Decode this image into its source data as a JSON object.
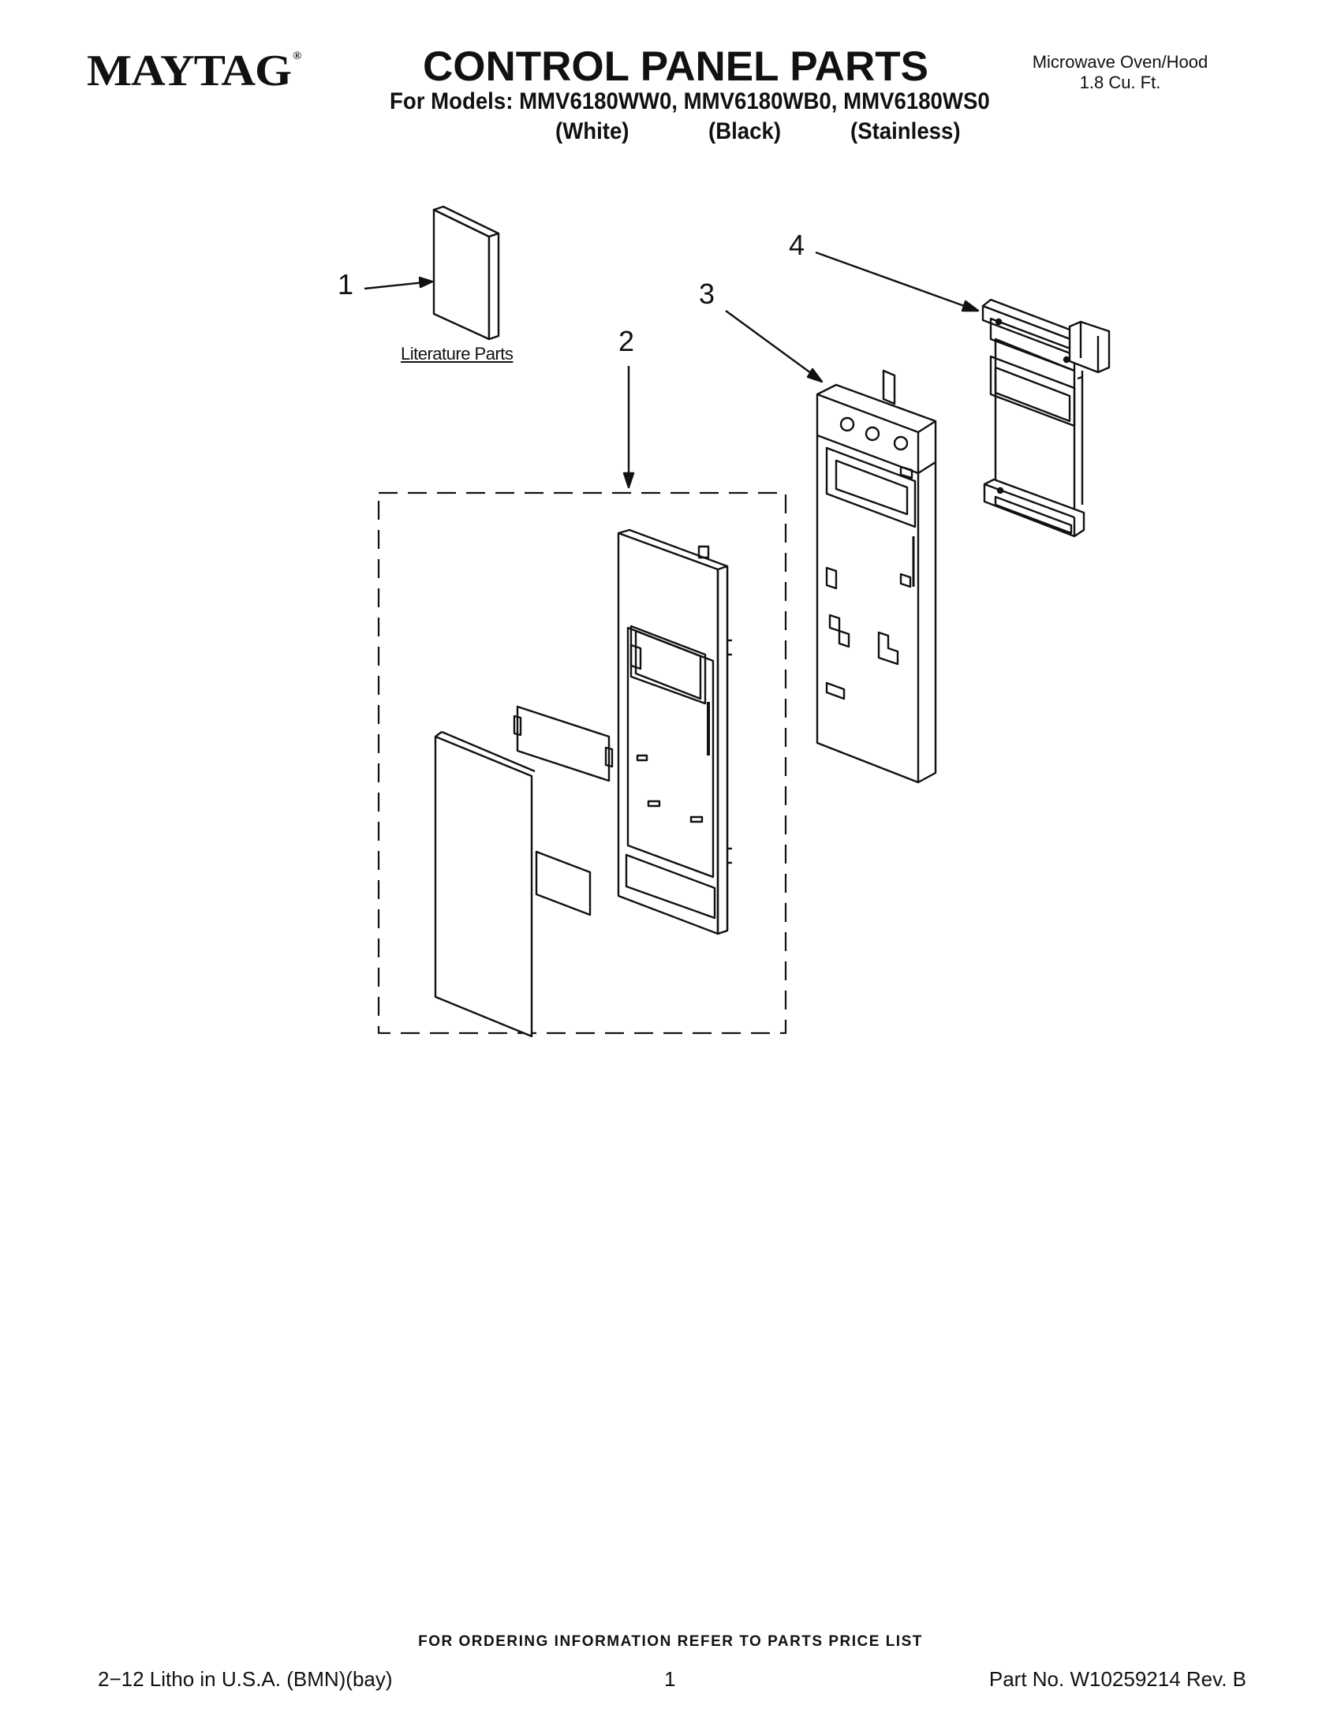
{
  "header": {
    "brand": "MAYTAG",
    "brand_mark": "®",
    "title": "CONTROL PANEL PARTS",
    "models_line": "For Models: MMV6180WW0, MMV6180WB0, MMV6180WS0",
    "colors": [
      "(White)",
      "(Black)",
      "(Stainless)"
    ],
    "product_type": "Microwave Oven/Hood",
    "product_size": "1.8 Cu. Ft."
  },
  "diagram": {
    "callouts": [
      "1",
      "2",
      "3",
      "4"
    ],
    "literature_label": "Literature Parts"
  },
  "footer": {
    "ordering_info": "FOR ORDERING INFORMATION REFER TO PARTS PRICE LIST",
    "litho": "2−12 Litho in U.S.A. (BMN)(bay)",
    "page_number": "1",
    "part_number": "Part No. W10259214 Rev. B"
  }
}
